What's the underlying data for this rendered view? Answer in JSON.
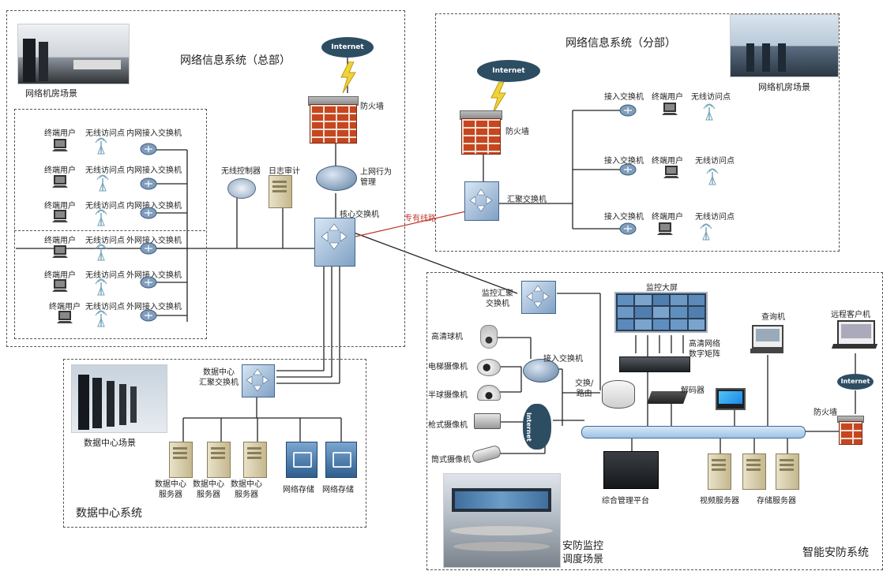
{
  "hq": {
    "title": "网络信息系统（总部）",
    "room_scene": "网络机房场景",
    "internet": "Internet",
    "firewall": "防火墙",
    "behavior_mgmt": "上网行为\n管理",
    "wireless_ctrl": "无线控制器",
    "log_audit": "日志审计",
    "core_switch": "核心交换机",
    "dedicated_line": "专有线路",
    "rows": [
      {
        "user": "终端用户",
        "ap": "无线访问点",
        "switch": "内网接入交换机"
      },
      {
        "user": "终端用户",
        "ap": "无线访问点",
        "switch": "内网接入交换机"
      },
      {
        "user": "终端用户",
        "ap": "无线访问点",
        "switch": "内网接入交换机"
      },
      {
        "user": "终端用户",
        "ap": "无线访问点",
        "switch": "外网接入交换机"
      },
      {
        "user": "终端用户",
        "ap": "无线访问点",
        "switch": "外网接入交换机"
      },
      {
        "user": "终端用户",
        "ap": "无线访问点",
        "switch": "外网接入交换机"
      }
    ]
  },
  "branch": {
    "title": "网络信息系统（分部）",
    "room_scene": "网络机房场景",
    "internet": "Internet",
    "firewall": "防火墙",
    "agg_switch": "汇聚交换机",
    "rows": [
      {
        "switch": "接入交换机",
        "user": "终端用户",
        "ap": "无线访问点"
      },
      {
        "switch": "接入交换机",
        "user": "终端用户",
        "ap": "无线访问点"
      },
      {
        "switch": "接入交换机",
        "user": "终端用户",
        "ap": "无线访问点"
      }
    ]
  },
  "datacenter": {
    "title": "数据中心系统",
    "scene": "数据中心场景",
    "agg_switch": "数据中心\n汇聚交换机",
    "server1": "数据中心\n服务器",
    "server2": "数据中心\n服务器",
    "server3": "数据中心\n服务器",
    "storage1": "网络存储",
    "storage2": "网络存储"
  },
  "security": {
    "title": "智能安防系统",
    "monitor_agg": "监控汇聚\n交换机",
    "big_screen": "监控大屏",
    "hd_matrix": "高清网络\n数字矩阵",
    "decoder": "解码器",
    "query": "查询机",
    "remote": "远程客户机",
    "internet_cloud": "Internet",
    "internet_small": "Internet",
    "firewall": "防火墙",
    "hd_dome": "高清球机",
    "elevator_cam": "电梯摄像机",
    "half_dome": "半球摄像机",
    "gun_cam": "枪式摄像机",
    "tube_cam": "筒式摄像机",
    "access_switch": "接入交换机",
    "switch_router": "交换/\n路由",
    "mgmt_platform": "综合管理平台",
    "video_server": "视频服务器",
    "storage_server": "存储服务器",
    "control_scene": "安防监控\n调度场景"
  },
  "colors": {
    "line": "#222222",
    "dedicated_line": "#c0392b",
    "firewall": "#c6461f",
    "cloud": "#2d4d63",
    "bus": "#9fc2e6"
  }
}
